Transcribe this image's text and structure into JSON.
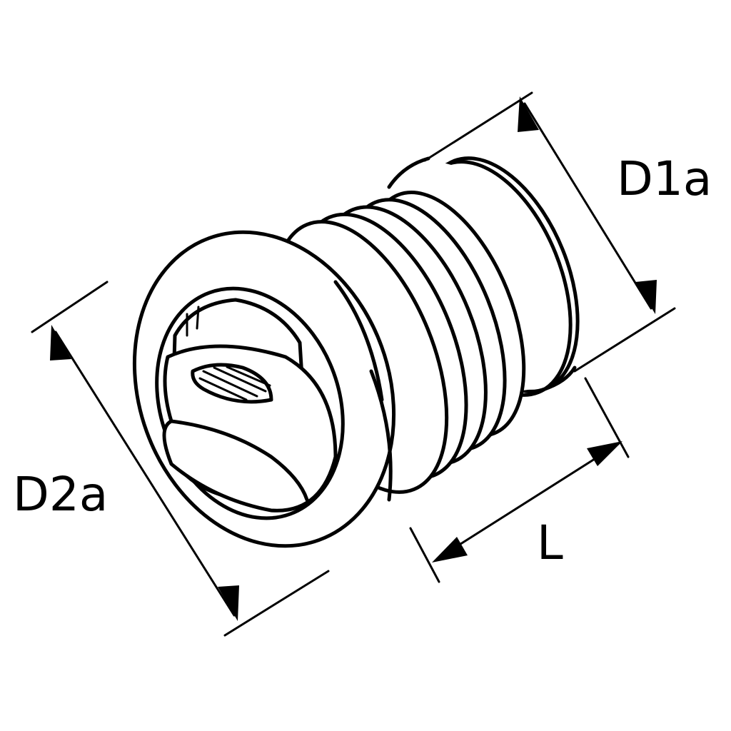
{
  "diagram": {
    "labels": {
      "d1a": "D1a",
      "d2a": "D2a",
      "length": "L"
    }
  }
}
